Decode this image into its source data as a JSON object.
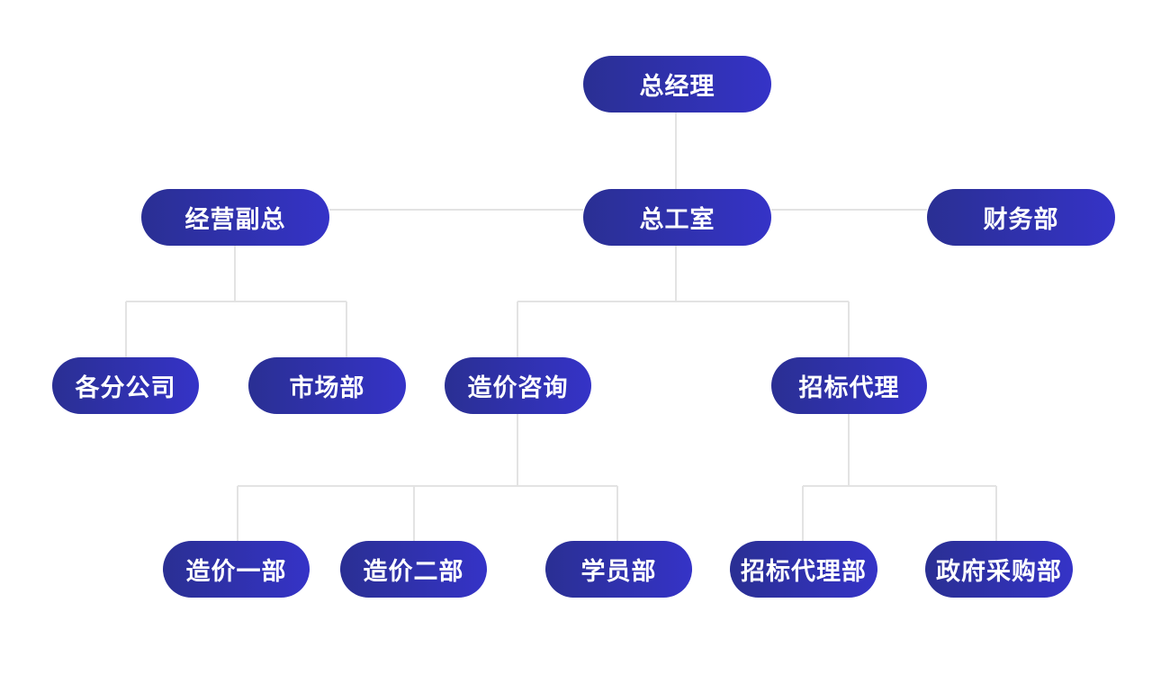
{
  "org_chart": {
    "general_manager": "总经理",
    "business_vp": "经营副总",
    "chief_engineer_office": "总工室",
    "finance_dept": "财务部",
    "branches": "各分公司",
    "marketing_dept": "市场部",
    "cost_consulting": "造价咨询",
    "bidding_agency": "招标代理",
    "cost_dept_1": "造价一部",
    "cost_dept_2": "造价二部",
    "student_dept": "学员部",
    "bidding_agency_dept": "招标代理部",
    "gov_procurement_dept": "政府采购部"
  },
  "colors": {
    "node_start": "#2a2f93",
    "node_end": "#3533c7",
    "connector": "#e3e3e3",
    "text": "#ffffff"
  }
}
